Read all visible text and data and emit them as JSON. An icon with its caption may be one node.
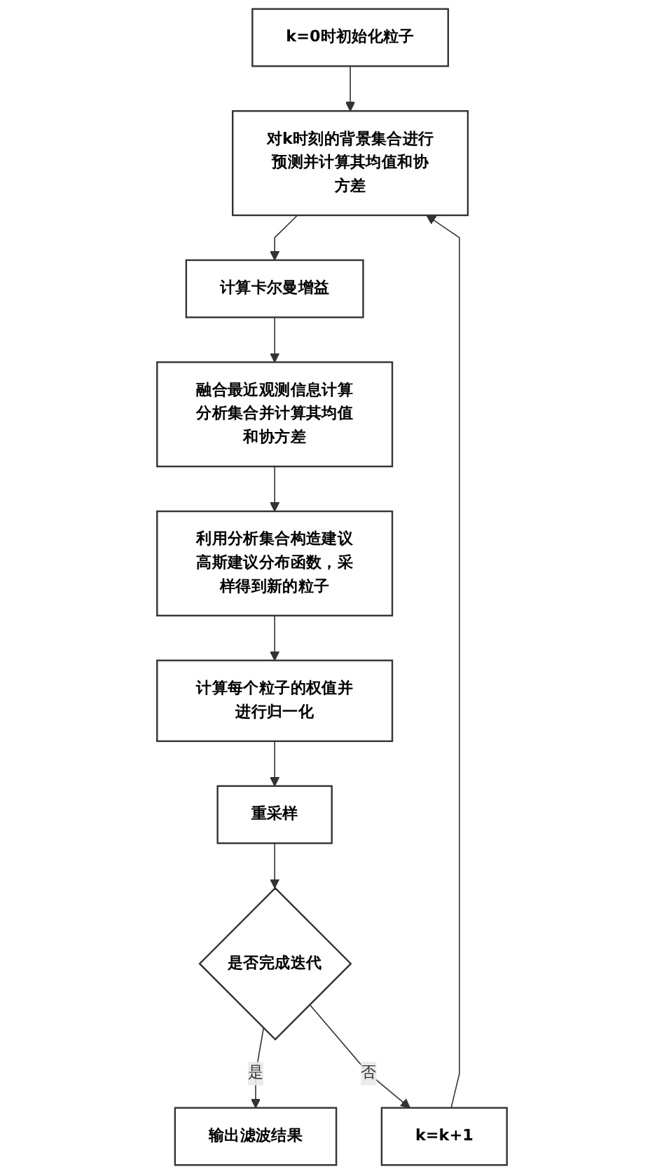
{
  "diagram": {
    "nodes": [
      {
        "text": [
          "k=0时初始化粒子"
        ]
      },
      {
        "text": [
          "对k时刻的背景集合进行预测并计算其均值和协方差"
        ]
      },
      {
        "text": [
          "计算卡尔曼增益"
        ]
      },
      {
        "text": [
          "融合最近观测信息计算分析集合并计算其均值和协方差"
        ]
      },
      {
        "text": [
          "利用分析集合构造建议高斯建议分布函数，采样得到新的粒子"
        ]
      },
      {
        "text": [
          "计算每个粒子的权值并进行归一化"
        ]
      },
      {
        "text": [
          "重采样"
        ]
      },
      {
        "text": [
          "是否完成迭代"
        ]
      },
      {
        "text": [
          "输出滤波结果"
        ]
      },
      {
        "text": [
          "k=k+1"
        ]
      }
    ],
    "edges": [
      {
        "from": 0,
        "to": 1,
        "arrow": "to"
      },
      {
        "from": 1,
        "to": 2,
        "arrow": "to"
      },
      {
        "from": 2,
        "to": 3,
        "arrow": "to"
      },
      {
        "from": 3,
        "to": 4,
        "arrow": "to"
      },
      {
        "from": 4,
        "to": 5,
        "arrow": "to"
      },
      {
        "from": 5,
        "to": 6,
        "arrow": "to"
      },
      {
        "from": 6,
        "to": 7,
        "arrow": "to"
      },
      {
        "from": 7,
        "to": 8,
        "label": "是",
        "arrow": "to"
      },
      {
        "from": 7,
        "to": 9,
        "label": "否",
        "arrow": "to"
      },
      {
        "from": 9,
        "to": 1,
        "arrow": "to"
      }
    ]
  }
}
